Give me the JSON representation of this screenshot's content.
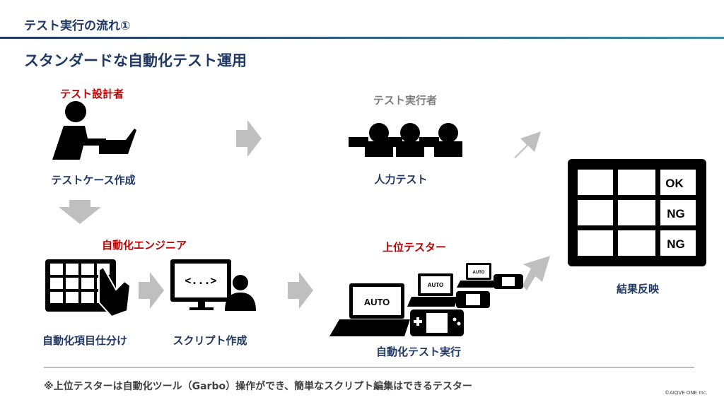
{
  "header": {
    "section_title": "テスト実行の流れ①"
  },
  "title": "スタンダードな自動化テスト運用",
  "roles": {
    "designer": "テスト設計者",
    "executor": "テスト実行者",
    "automation_engineer": "自動化エンジニア",
    "senior_tester": "上位テスター"
  },
  "steps": {
    "test_case_creation": "テストケース作成",
    "manual_test": "人力テスト",
    "classify_automation": "自動化項目仕分け",
    "script_creation": "スクリプト作成",
    "automated_test_run": "自動化テスト実行",
    "result_reflection": "結果反映"
  },
  "devices": {
    "auto_label": "AUTO"
  },
  "result_table": {
    "cells": [
      "",
      "",
      "OK",
      "",
      "",
      "NG",
      "",
      "",
      "NG"
    ]
  },
  "script_icon_text": "<...>",
  "footnote": "※上位テスターは自動化ツール（Garbo）操作ができ、簡単なスクリプト編集はできるテスター",
  "copyright": "©AIQVE ONE Inc."
}
